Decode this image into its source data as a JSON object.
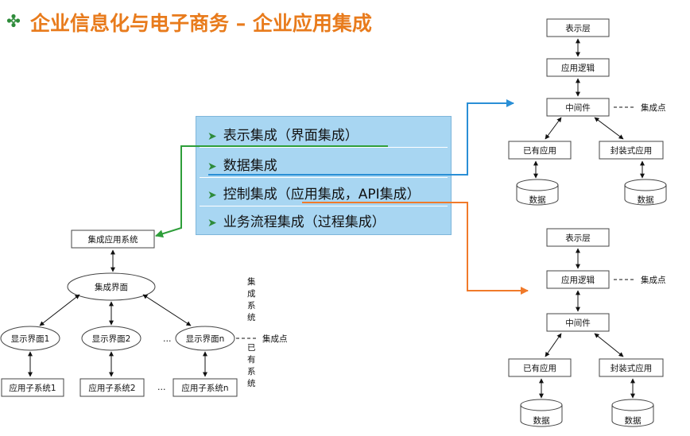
{
  "title": "企业信息化与电子商务 – 企业应用集成",
  "icons": {
    "title_bullet": "flower-bullet-icon",
    "list_bullet": "arrow-bullet-icon"
  },
  "colors": {
    "title": "#e87b1c",
    "box": "#a8d6f2",
    "green_arrow": "#2e9e3a",
    "blue_arrow": "#2a8fd6",
    "orange_arrow": "#f07a2a"
  },
  "integration_list": [
    "表示集成（界面集成）",
    "数据集成",
    "控制集成（应用集成，API集成）",
    "业务流程集成（过程集成）"
  ],
  "left_diagram": {
    "top": "集成应用系统",
    "interface": "集成界面",
    "displays": [
      "显示界面1",
      "显示界面2",
      "显示界面n"
    ],
    "subsystems": [
      "应用子系统1",
      "应用子系统2",
      "应用子系统n"
    ],
    "ellipsis": "…",
    "label_integrated": "集成系统",
    "label_existing": "已有系统",
    "point": "集成点"
  },
  "right_top": {
    "layers": [
      "表示层",
      "应用逻辑",
      "中间件"
    ],
    "existing": "已有应用",
    "wrapped": "封装式应用",
    "db": "数据",
    "point": "集成点"
  },
  "right_bottom": {
    "layers": [
      "表示层",
      "应用逻辑",
      "中间件"
    ],
    "existing": "已有应用",
    "wrapped": "封装式应用",
    "db": "数据",
    "point": "集成点"
  }
}
